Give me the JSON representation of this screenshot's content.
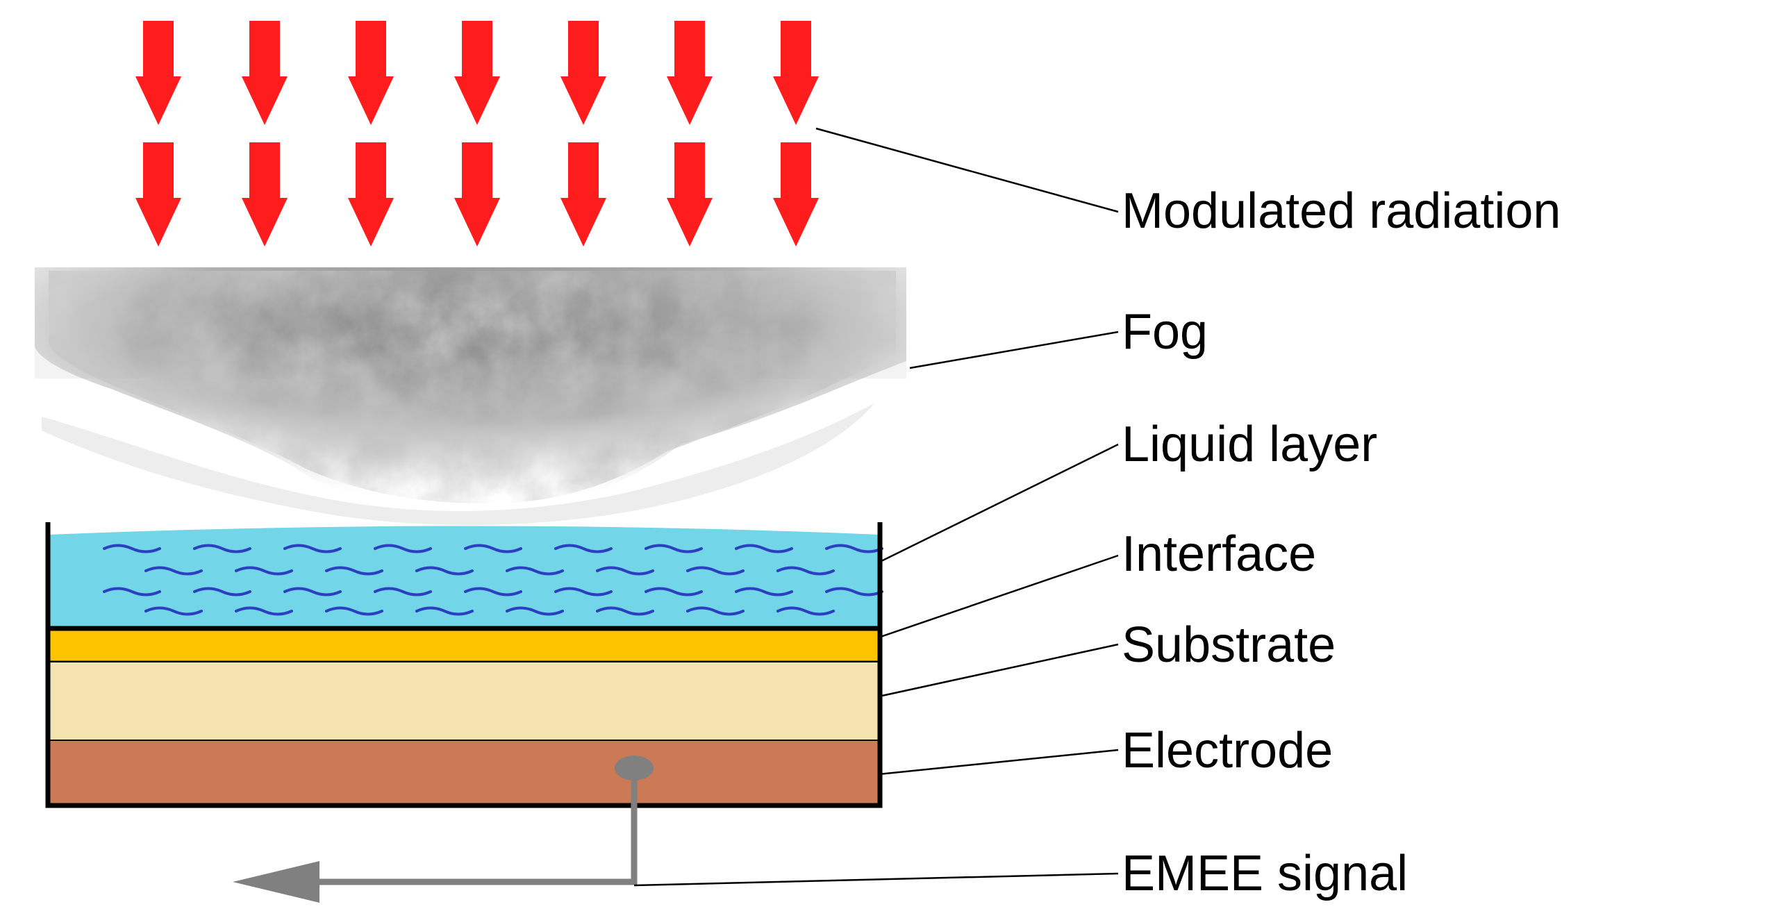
{
  "labels": {
    "radiation": "Modulated radiation",
    "fog": "Fog",
    "liquid": "Liquid layer",
    "interface": "Interface",
    "substrate": "Substrate",
    "electrode": "Electrode",
    "signal": "EMEE signal"
  },
  "colors": {
    "arrow": "#ff1c1c",
    "fog": "#8a8a8a",
    "liquid": "#72d5e8",
    "ripple": "#2b3fc0",
    "interface": "#ffc400",
    "substrate": "#f5e4b0",
    "electrode": "#cc7a55",
    "wire": "#808080",
    "outline": "#000000"
  },
  "arrow_grid": {
    "rows": 2,
    "columns": 7
  }
}
